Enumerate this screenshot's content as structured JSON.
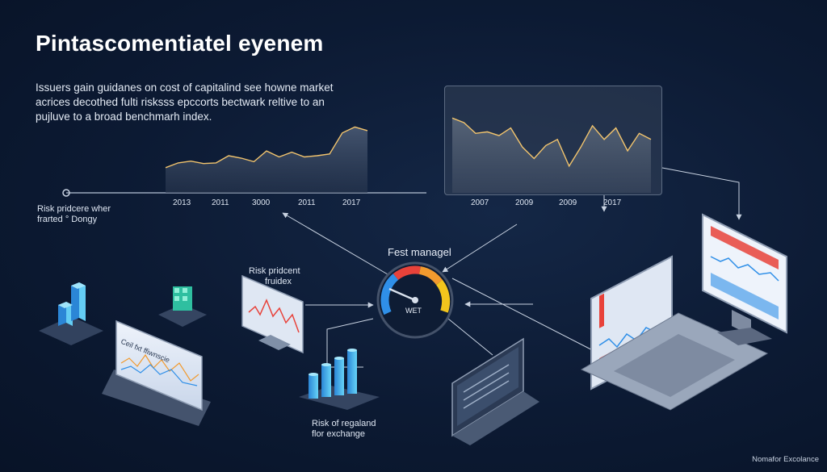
{
  "title": "Pintascomentiatel eyenem",
  "intro": {
    "lines": [
      "Issuers gain guidanes on cost of capitalind see howne market",
      "acrices decothed fulti risksss epccorts bectwark reltive to an",
      "pujluve to a broad benchmarh index."
    ]
  },
  "timeline_label": [
    "Risk pridcere wher",
    "frarted ° Dongy"
  ],
  "left_chart": {
    "ticks": [
      "2013",
      "2011",
      "3000",
      "2011",
      "2017"
    ],
    "values": [
      42,
      50,
      53,
      49,
      50,
      62,
      58,
      52,
      70,
      60,
      68,
      60,
      62,
      65,
      100,
      110,
      104
    ]
  },
  "right_chart": {
    "ticks": [
      "2007",
      "2009",
      "2009",
      "2017"
    ],
    "values": [
      98,
      92,
      78,
      80,
      75,
      85,
      60,
      45,
      62,
      70,
      35,
      60,
      88,
      70,
      85,
      55,
      78,
      70
    ]
  },
  "gauge": {
    "title": "Fest managel",
    "center": "WET"
  },
  "monitor_label": [
    "Risk pridcent",
    "fruidex"
  ],
  "tablet_label": "Ceil fxt ffiwnscie",
  "bars_label": [
    "Risk of regaland",
    "flor exchange"
  ],
  "corner_text": "Nomafor Excolance",
  "colors": {
    "background": "#0c1a33",
    "line": "#f2c46d",
    "area": "#3c4a60",
    "gauge_red": "#e8423a",
    "gauge_orange": "#f29a2e",
    "gauge_yellow": "#f2c51d",
    "gauge_blue": "#2f8fe8",
    "cube_cyan": "#45c4ee",
    "cube_teal": "#3ed3b3"
  }
}
